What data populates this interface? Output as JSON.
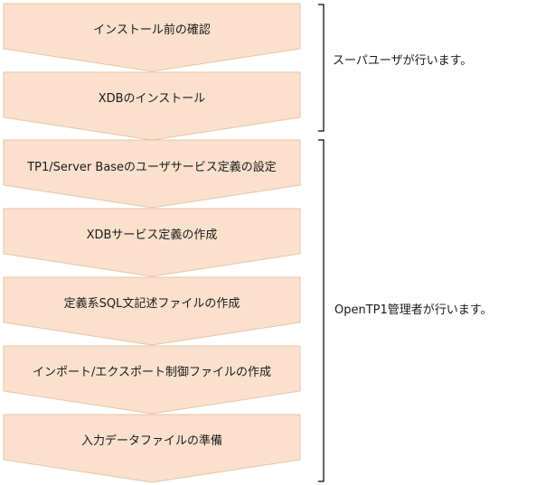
{
  "flow": {
    "steps": [
      {
        "label": "インストール前の確認"
      },
      {
        "label": "XDBのインストール"
      },
      {
        "label": "TP1/Server Baseのユーザサービス定義の設定"
      },
      {
        "label": "XDBサービス定義の作成"
      },
      {
        "label": "定義系SQL文記述ファイルの作成"
      },
      {
        "label": "インポート/エクスポート制御ファイルの作成"
      },
      {
        "label": "入力データファイルの準備"
      }
    ]
  },
  "notes": {
    "superuser": "スーパユーザが行います。",
    "admin": "OpenTP1管理者が行います。"
  },
  "colors": {
    "step_fill": "#fbe1cd",
    "step_stroke": "#e8c3a6",
    "bracket": "#000000"
  }
}
